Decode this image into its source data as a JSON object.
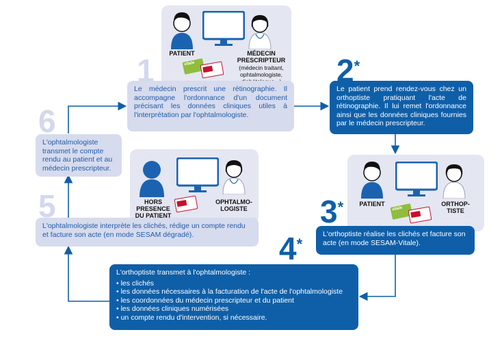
{
  "colors": {
    "dark_blue": "#0f5fa8",
    "light_box": "#d6dbee",
    "panel": "#e4e6f1",
    "number_light": "#d3d8ec"
  },
  "steps": {
    "s1": {
      "number": "1",
      "star": "",
      "text": "Le médecin prescrit une rétinographie. Il accompagne l'ordonnance d'un document précisant les données cliniques utiles à l'interprétation par l'ophtalmologiste."
    },
    "s2": {
      "number": "2",
      "star": "*",
      "text": "Le patient prend rendez-vous chez un orthoptiste pratiquant l'acte de rétinographie. Il lui remet l'ordonnance ainsi que les données cliniques fournies par le médecin prescripteur."
    },
    "s3": {
      "number": "3",
      "star": "*",
      "text": "L'orthoptiste réalise les clichés et facture son acte (en mode SESAM-Vitale)."
    },
    "s4": {
      "number": "4",
      "star": "*",
      "intro": "L'orthoptiste transmet à l'ophtalmologiste :",
      "items": [
        "les clichés",
        "les données nécessaires à la facturation de l'acte de l'ophtalmologiste",
        "les coordonnées du médecin prescripteur et du patient",
        "les données cliniques numérisées",
        "un compte rendu d'intervention, si nécessaire."
      ]
    },
    "s5": {
      "number": "5",
      "star": "",
      "text": "L'ophtalmologiste interprète les clichés, rédige un compte rendu et facture son acte (en mode SESAM dégradé)."
    },
    "s6": {
      "number": "6",
      "star": "",
      "text": "L'ophtalmologiste transmet le compte rendu au patient et au médecin prescripteur."
    }
  },
  "figures": {
    "top": {
      "patient": "PATIENT",
      "doctor": "MÉDECIN PRESCRIPTEUR",
      "doctor_detail": "(médecin traitant, ophtalmologiste, diabétologue...)"
    },
    "right": {
      "patient": "PATIENT",
      "orthoptist": "ORTHOP-TISTE"
    },
    "left": {
      "patient": "HORS PRESENCE DU PATIENT",
      "ophthalmologist": "OPHTALMO-LOGISTE"
    }
  },
  "card_text": "vitale"
}
